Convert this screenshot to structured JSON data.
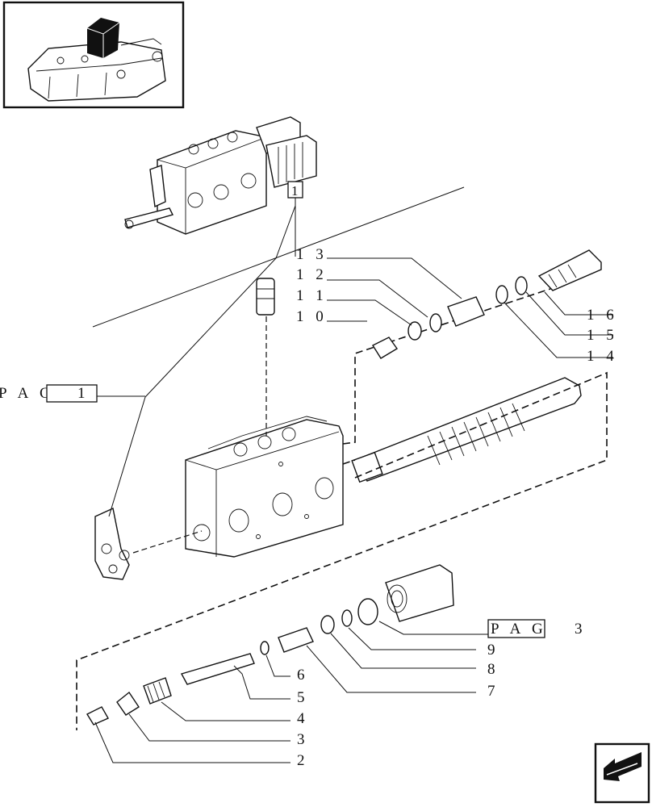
{
  "thumbnail": {
    "icon": "tractor-lift-cover-icon"
  },
  "nav": {
    "icon": "arrow-back-icon"
  },
  "ref_box": {
    "label": "1"
  },
  "pag_refs": [
    {
      "prefix": "P A G",
      "box": "1",
      "suffix": ""
    },
    {
      "prefix": "P A G",
      "box": "",
      "suffix": "3"
    }
  ],
  "callouts": [
    {
      "number": "1 3"
    },
    {
      "number": "1 2"
    },
    {
      "number": "1 1"
    },
    {
      "number": "1 0"
    },
    {
      "number": "1 6"
    },
    {
      "number": "1 5"
    },
    {
      "number": "1 4"
    },
    {
      "number": "9"
    },
    {
      "number": "8"
    },
    {
      "number": "7"
    },
    {
      "number": "6"
    },
    {
      "number": "5"
    },
    {
      "number": "4"
    },
    {
      "number": "3"
    },
    {
      "number": "2"
    }
  ]
}
